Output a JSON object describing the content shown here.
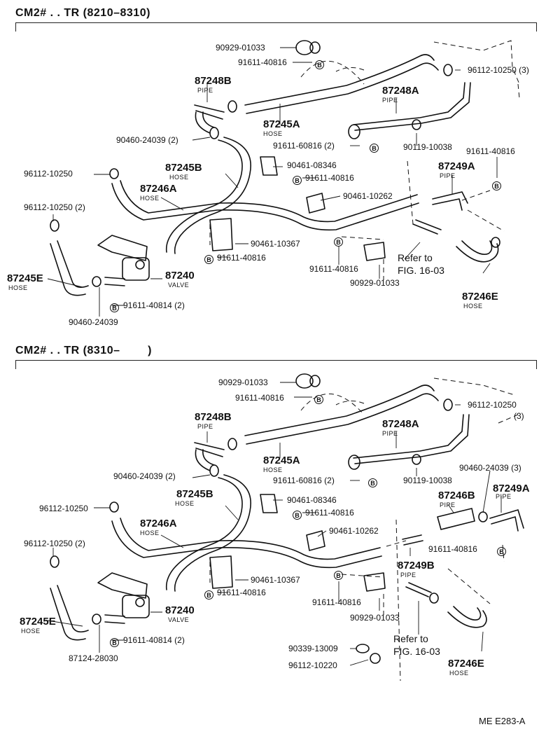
{
  "sections": [
    {
      "title": "CM2# . . TR (8210–8310)",
      "parts": {
        "p1": "90929-01033",
        "p2": "91611-40816",
        "p3": "96112-10250 (3)",
        "p4": "87248B",
        "p5": "PIPE",
        "p6": "87248A",
        "p7": "PIPE",
        "p8": "87245A",
        "p9": "HOSE",
        "p10": "90460-24039 (2)",
        "p11": "91611-60816 (2)",
        "p12": "90119-10038",
        "p13": "91611-40816",
        "p14": "96112-10250",
        "p15": "87245B",
        "p16": "HOSE",
        "p17": "90461-08346",
        "p18": "87249A",
        "p19": "PIPE",
        "p20": "87246A",
        "p21": "HOSE",
        "p22": "91611-40816",
        "p23": "90461-10262",
        "p24": "96112-10250 (2)",
        "p25": "90461-10367",
        "p26": "91611-40816",
        "p27": "87245E",
        "p28": "HOSE",
        "p29": "87240",
        "p30": "VALVE",
        "p31": "91611-40816",
        "p32": "90929-01033",
        "p33": "Refer to",
        "p34": "FIG. 16-03",
        "p35": "87246E",
        "p36": "HOSE",
        "p37": "91611-40814 (2)",
        "p38": "90460-24039"
      }
    },
    {
      "title": "CM2# . . TR (8310–        )",
      "parts": {
        "p1": "90929-01033",
        "p2": "91611-40816",
        "p3": "96112-10250",
        "p3b": "(3)",
        "p4": "87248B",
        "p5": "PIPE",
        "p6": "87248A",
        "p7": "PIPE",
        "p8": "87245A",
        "p9": "HOSE",
        "p10": "90460-24039 (2)",
        "p11": "91611-60816 (2)",
        "p12": "90119-10038",
        "p13": "90460-24039 (3)",
        "p14": "96112-10250",
        "p15": "87245B",
        "p16": "HOSE",
        "p17": "90461-08346",
        "p18": "87249A",
        "p19": "PIPE",
        "p20": "87246B",
        "p21": "PIPE",
        "p22": "87246A",
        "p23": "HOSE",
        "p24": "91611-40816",
        "p25": "90461-10262",
        "p26": "91611-40816",
        "p27": "96112-10250 (2)",
        "p28": "87249B",
        "p29": "PIPE",
        "p30": "90461-10367",
        "p31": "91611-40816",
        "p32": "87245E",
        "p33": "HOSE",
        "p34": "87240",
        "p35": "VALVE",
        "p36": "91611-40816",
        "p37": "90929-01033",
        "p38": "Refer to",
        "p39": "FIG. 16-03",
        "p40": "91611-40814 (2)",
        "p41": "87124-28030",
        "p42": "90339-13009",
        "p43": "96112-10220",
        "p44": "87246E",
        "p45": "HOSE"
      }
    }
  ],
  "bolt_symbol": "B",
  "footer": "ME  E283-A"
}
